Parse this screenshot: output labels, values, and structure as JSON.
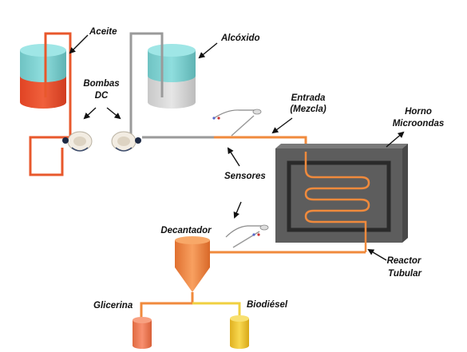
{
  "labels": {
    "aceite": "Aceite",
    "alcoxido": "Alcóxido",
    "bombas_line1": "Bombas",
    "bombas_line2": "DC",
    "entrada_line1": "Entrada",
    "entrada_line2": "(Mezcla)",
    "horno_line1": "Horno",
    "horno_line2": "Microondas",
    "sensores": "Sensores",
    "decantador": "Decantador",
    "reactor_line1": "Reactor",
    "reactor_line2": "Tubular",
    "glicerina": "Glicerina",
    "biodiesel": "Biodiésel"
  },
  "colors": {
    "oil_line": "#e8582c",
    "alkoxide_line": "#9a9a9a",
    "mix_line": "#f08a3c",
    "oven_body": "#5d5d5d",
    "oven_cavity": "#2a2a2a",
    "oil_tank_top": "#7ccfcf",
    "oil_tank_bottom": "#e8482c",
    "alkoxide_tank_top": "#7ccfcf",
    "alkoxide_tank_bottom": "#d8d8d8",
    "decanter": "#f08a3c",
    "glycerin_tank": "#f07a4c",
    "biodiesel_tank": "#f0c830",
    "biodiesel_line": "#f0d040"
  }
}
